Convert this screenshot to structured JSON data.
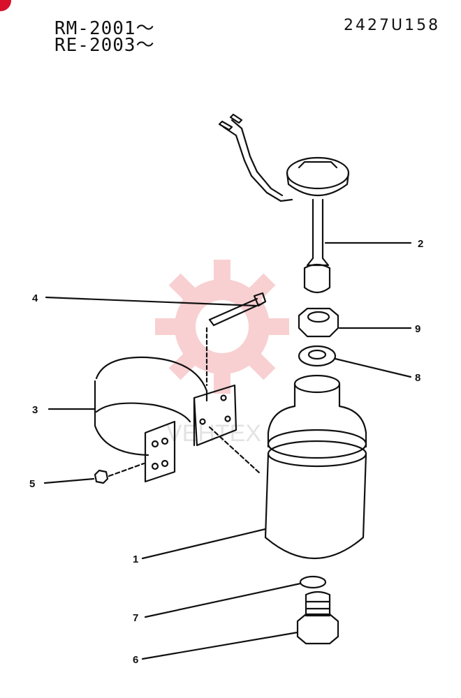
{
  "header": {
    "model_line_1": "RM-2001～",
    "model_line_2": "RE-2003～",
    "drawing_number": "2427U158"
  },
  "callouts": {
    "c1": "1",
    "c2": "2",
    "c3": "3",
    "c4": "4",
    "c5": "5",
    "c6": "6",
    "c7": "7",
    "c8": "8",
    "c9": "9"
  },
  "watermark": {
    "text": "VEHTEX",
    "color": "#e8585e"
  },
  "colors": {
    "ink": "#111111",
    "brand_mark": "#d8102b"
  }
}
